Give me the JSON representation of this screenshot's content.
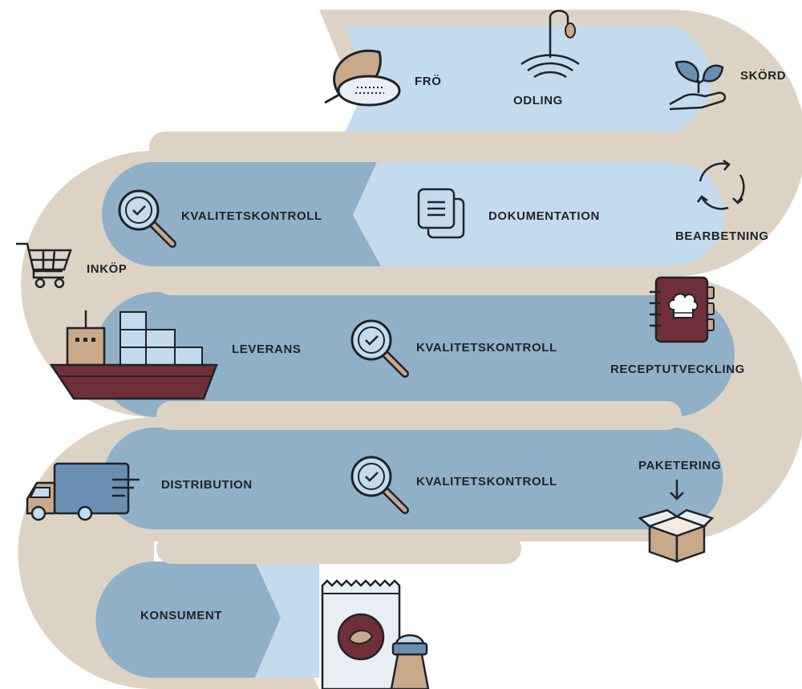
{
  "colors": {
    "border": "#ddd3c4",
    "light_blue": "#c3dbec",
    "mid_blue": "#90b0c7",
    "gap": "#ddd3c4",
    "ink": "#1f2328",
    "maroon": "#6f2f38",
    "box_fill": "#c9a98a",
    "truck_blue": "#6a8fb2",
    "package_fill": "#e9eef5"
  },
  "steps": [
    {
      "id": "fro",
      "label": "FRÖ",
      "icon": "seed-icon"
    },
    {
      "id": "odling",
      "label": "ODLING",
      "icon": "irrigation-icon"
    },
    {
      "id": "skord",
      "label": "SKÖRD",
      "icon": "plant-in-hand-icon"
    },
    {
      "id": "bearbetning",
      "label": "BEARBETNING",
      "icon": "recycle-arrows-icon"
    },
    {
      "id": "dokumentation",
      "label": "DOKUMENTATION",
      "icon": "documents-icon"
    },
    {
      "id": "kvalitetskontroll_1",
      "label": "KVALITETSKONTROLL",
      "icon": "magnifier-check-icon"
    },
    {
      "id": "inkop",
      "label": "INKÖP",
      "icon": "shopping-cart-icon"
    },
    {
      "id": "leverans",
      "label": "LEVERANS",
      "icon": "cargo-ship-icon"
    },
    {
      "id": "kvalitetskontroll_2",
      "label": "KVALITETSKONTROLL",
      "icon": "magnifier-check-icon"
    },
    {
      "id": "receptutveckling",
      "label": "RECEPTUTVECKLING",
      "icon": "recipe-book-icon"
    },
    {
      "id": "distribution",
      "label": "DISTRIBUTION",
      "icon": "delivery-truck-icon"
    },
    {
      "id": "kvalitetskontroll_3",
      "label": "KVALITETSKONTROLL",
      "icon": "magnifier-check-icon"
    },
    {
      "id": "paketering",
      "label": "PAKETERING",
      "icon": "open-box-icon"
    },
    {
      "id": "konsument",
      "label": "KONSUMENT",
      "icon": "snack-bag-icon"
    }
  ]
}
